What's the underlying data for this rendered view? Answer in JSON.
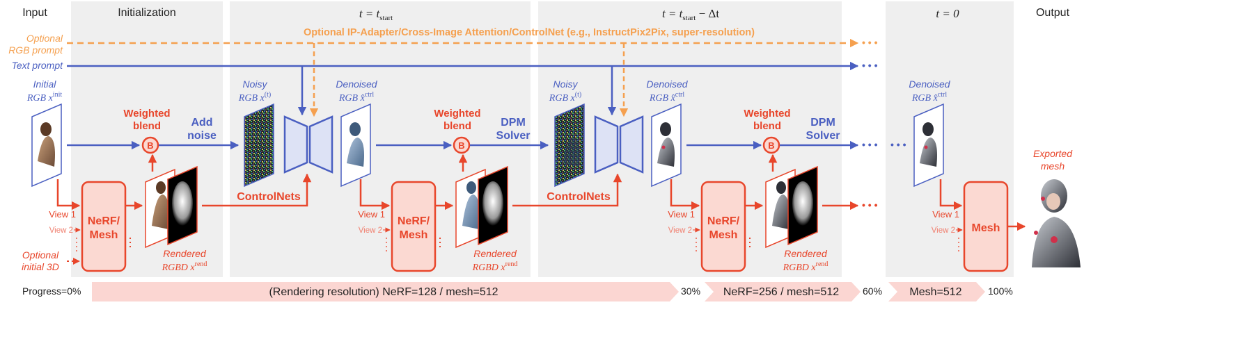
{
  "colors": {
    "blue": "#4a5fc1",
    "red": "#e8462b",
    "orange": "#f5a04f",
    "panel": "#efefef",
    "mesh_fill": "#fbd9d2",
    "unet_fill": "#dde2f5",
    "progress_fill": "#fbd6d2"
  },
  "headers": {
    "input": "Input",
    "initialization": "Initialization",
    "t_start": "t = t",
    "t_start_sub": "start",
    "t_delta": "t = t",
    "t_delta_sub": "start",
    "t_delta_tail": " − Δt",
    "t_zero": "t = 0",
    "output": "Output"
  },
  "prompts": {
    "optional_rgb_1": "Optional",
    "optional_rgb_2": "RGB prompt",
    "text_prompt": "Text prompt",
    "optional_banner": "Optional IP-Adapter/Cross-Image Attention/ControlNet (e.g., InstructPix2Pix, super-resolution)"
  },
  "labels": {
    "initial_rgb_1": "Initial",
    "initial_rgb_2": "RGB x",
    "initial_rgb_sup": "init",
    "weighted_1": "Weighted",
    "weighted_2": "blend",
    "blend_glyph": "B",
    "add_1": "Add",
    "add_2": "noise",
    "dpm_1": "DPM",
    "dpm_2": "Solver",
    "noisy_1": "Noisy",
    "noisy_2": "RGB x",
    "noisy_sup": "(t)",
    "denoised_1": "Denoised",
    "denoised_2": "RGB x̂",
    "denoised_sup": "ctrl",
    "controlnets": "ControlNets",
    "view1": "View 1",
    "view2": "View 2",
    "nerf_mesh_1": "NeRF/",
    "nerf_mesh_2": "Mesh",
    "mesh": "Mesh",
    "rendered_1": "Rendered",
    "rendered_2": "RGBD x",
    "rendered_sup": "rend",
    "optional_init_1": "Optional",
    "optional_init_2": "initial 3D",
    "exported_1": "Exported",
    "exported_2": "mesh",
    "ellipsis": "• • •"
  },
  "progress": {
    "start": "Progress=0%",
    "stage1": "(Rendering resolution) NeRF=128 / mesh=512",
    "p30": "30%",
    "stage2": "NeRF=256 / mesh=512",
    "p60": "60%",
    "stage3": "Mesh=512",
    "p100": "100%"
  }
}
